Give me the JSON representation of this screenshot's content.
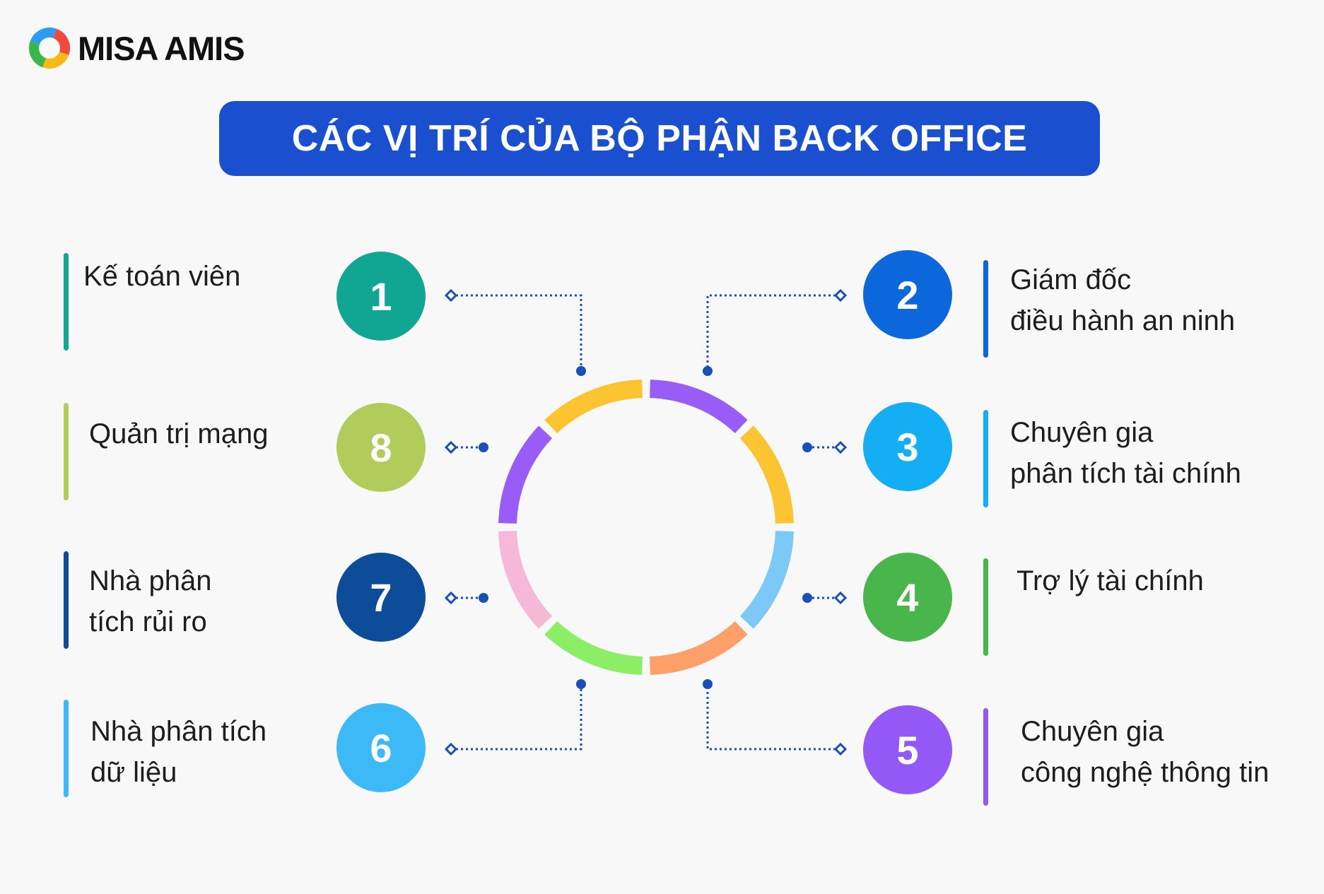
{
  "brand": {
    "name": "MISA AMIS",
    "logo_colors": [
      "#2b9bf4",
      "#f04a3e",
      "#f6b915",
      "#3cb54a"
    ]
  },
  "title": "CÁC VỊ TRÍ CỦA BỘ PHẬN BACK OFFICE",
  "colors": {
    "banner": "#1a4fd0",
    "connector": "#1a4fb8",
    "text": "#1d1d1d"
  },
  "positions": [
    {
      "number": "1",
      "lines": [
        "Kế toán viên"
      ],
      "color": "#10a693"
    },
    {
      "number": "2",
      "lines": [
        "Giám đốc",
        "điều hành an ninh"
      ],
      "color": "#0c66dc"
    },
    {
      "number": "3",
      "lines": [
        "Chuyên gia",
        "phân tích tài chính"
      ],
      "color": "#14aef4"
    },
    {
      "number": "4",
      "lines": [
        "Trợ lý tài chính"
      ],
      "color": "#48b64a"
    },
    {
      "number": "5",
      "lines": [
        "Chuyên gia",
        "công nghệ thông tin"
      ],
      "color": "#9358f6"
    },
    {
      "number": "6",
      "lines": [
        "Nhà phân tích",
        "dữ liệu"
      ],
      "color": "#3cbaf8"
    },
    {
      "number": "7",
      "lines": [
        "Nhà phân",
        "tích rủi ro"
      ],
      "color": "#0d4c98"
    },
    {
      "number": "8",
      "lines": [
        "Quản trị mạng"
      ],
      "color": "#b1cc5a"
    }
  ],
  "ring_segment_colors": [
    "#9a5cf6",
    "#fcc431",
    "#7cc8f6",
    "#ffa06a",
    "#8bee64",
    "#f5b8d6",
    "#9a5cf6",
    "#fcc431"
  ]
}
